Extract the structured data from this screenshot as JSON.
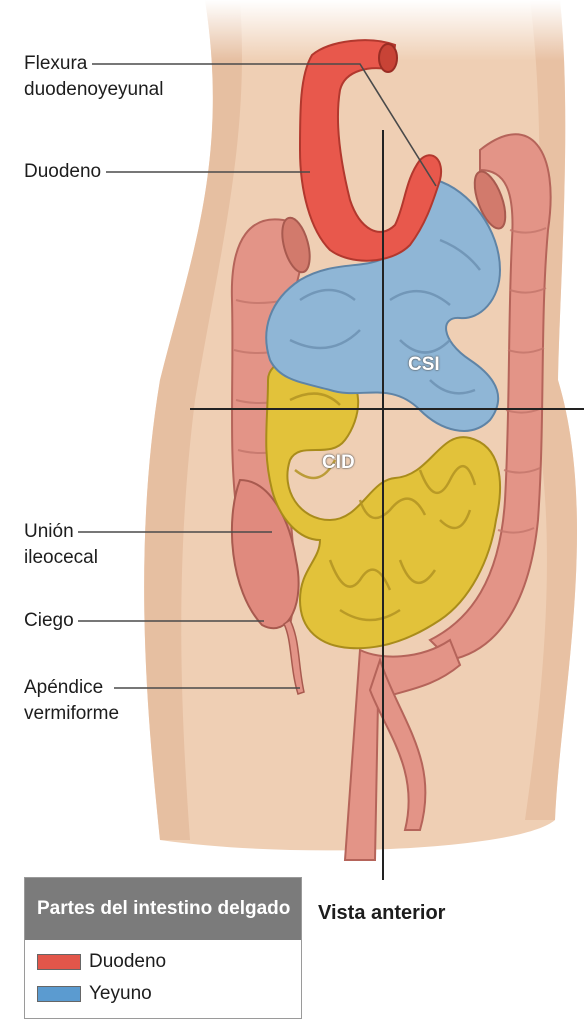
{
  "labels": {
    "flexura_line1": "Flexura",
    "flexura_line2": "duodenoyeyunal",
    "duodeno": "Duodeno",
    "union_line1": "Unión",
    "union_line2": "ileocecal",
    "ciego": "Ciego",
    "apendice_line1": "Apéndice",
    "apendice_line2": "vermiforme"
  },
  "regions": {
    "upper_left_quadrant": "CSI",
    "lower_right_quadrant": "CID"
  },
  "view_label": "Vista anterior",
  "legend": {
    "title": "Partes del intestino delgado",
    "items": [
      {
        "name": "Duodeno",
        "color": "#e2564a"
      },
      {
        "name": "Yeyuno",
        "color": "#5b9bd0"
      }
    ]
  },
  "colors": {
    "duodenum": "#e8584c",
    "jejunum": "#8fb6d6",
    "ileum": "#e2c23a",
    "large_intestine": "#e39487",
    "skin": "#f1d2b8"
  }
}
